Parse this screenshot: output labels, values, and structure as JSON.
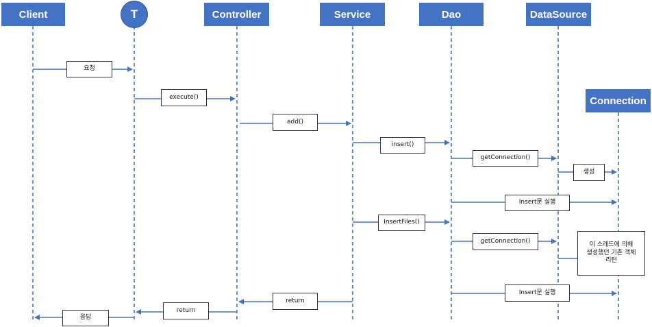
{
  "colors": {
    "actor_fill": "#4472c4",
    "line": "#4472c4",
    "label_border": "#333333"
  },
  "actors": {
    "client": "Client",
    "t": "T",
    "controller": "Controller",
    "service": "Service",
    "dao": "Dao",
    "datasource": "DataSource",
    "connection": "Connection"
  },
  "messages": {
    "request": "요청",
    "execute": "execute()",
    "add": "add()",
    "insert": "insert()",
    "get_connection_1": "getConnection()",
    "create": "생성",
    "insert_exec_1": "Insert문 실행",
    "insert_files": "InsertFiles()",
    "get_connection_2": "getConnection()",
    "return_existing": "이 스레드에 의해\n생성했던 기존 객체\n리턴",
    "insert_exec_2": "Insert문 실행",
    "return_service": "return",
    "return_controller": "return",
    "response": "응답"
  }
}
